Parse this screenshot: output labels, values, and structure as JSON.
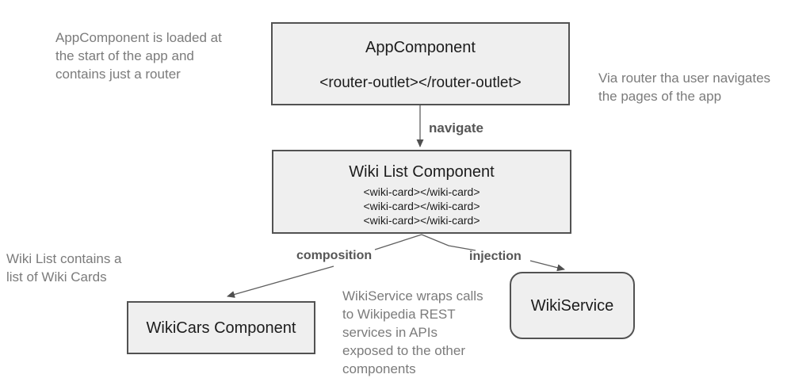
{
  "colors": {
    "node_fill": "#efefef",
    "node_border": "#525252",
    "node_text": "#1c1c1c",
    "annotation_text": "#7b7b7b",
    "edge_color": "#5f5f5f",
    "edge_label_text": "#565656",
    "canvas_bg": "#ffffff"
  },
  "nodes": {
    "app_component": {
      "title": "AppComponent",
      "code": "<router-outlet></router-outlet>"
    },
    "wiki_list": {
      "title": "Wiki List Component",
      "cards": [
        "<wiki-card></wiki-card>",
        "<wiki-card></wiki-card>",
        "<wiki-card></wiki-card>"
      ]
    },
    "wiki_cars": {
      "title": "WikiCars Component"
    },
    "wiki_service": {
      "title": "WikiService"
    }
  },
  "edges": {
    "navigate": {
      "label": "navigate"
    },
    "composition": {
      "label": "composition"
    },
    "injection": {
      "label": "injection"
    }
  },
  "annotations": {
    "app_note": "AppComponent is loaded at\nthe start of the app and\ncontains just a router",
    "router_note": "Via router tha user navigates\nthe pages of the app",
    "wiki_list_note": "Wiki List contains a\nlist of Wiki Cards",
    "wiki_service_note": "WikiService wraps calls\nto Wikipedia REST\nservices in APIs\nexposed to the other\ncomponents"
  }
}
